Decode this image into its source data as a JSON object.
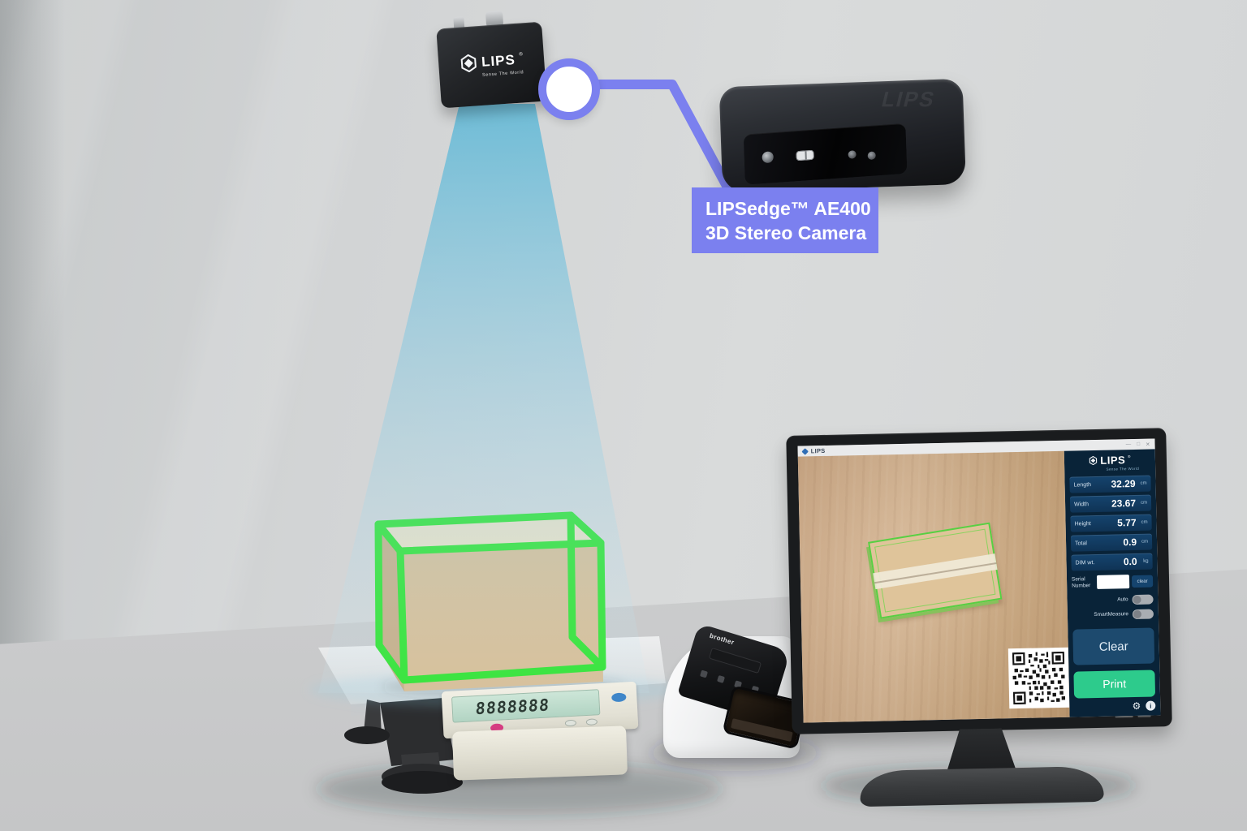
{
  "scene": {
    "ceiling_camera": {
      "brand": "LIPS",
      "brand_mark": "®",
      "tagline": "Sense The World"
    },
    "callout": {
      "line1": "LIPSedge™ AE400",
      "line2": "3D Stereo Camera"
    },
    "stereo_camera": {
      "embossed_brand": "LIPS"
    },
    "printer": {
      "brand": "brother"
    },
    "scale": {
      "display": "8888888"
    }
  },
  "monitor": {
    "titlebar": {
      "app_name": "LIPS",
      "minimize": "—",
      "maximize": "□",
      "close": "✕"
    },
    "sidebar": {
      "brand": "LIPS",
      "brand_mark": "®",
      "tagline": "Sense The World",
      "rows": [
        {
          "label": "Length",
          "value": "32.29",
          "unit": "cm"
        },
        {
          "label": "Width",
          "value": "23.67",
          "unit": "cm"
        },
        {
          "label": "Height",
          "value": "5.77",
          "unit": "cm"
        },
        {
          "label": "Total",
          "value": "0.9",
          "unit": "cm"
        },
        {
          "label": "DIM wt.",
          "value": "0.0",
          "unit": "kg"
        }
      ],
      "serial": {
        "label": "Serial Number",
        "value": "",
        "clear_label": "clear"
      },
      "toggles": [
        {
          "label": "Auto",
          "state": "off"
        },
        {
          "label": "SmartMeasure",
          "state": "off"
        }
      ],
      "clear_button": "Clear",
      "print_button": "Print",
      "icons": {
        "settings_glyph": "⚙",
        "info_glyph": "i"
      }
    }
  },
  "colors": {
    "accent_periwinkle": "#7b80ef",
    "wireframe_green": "#2ae32a",
    "print_green": "#2dcb8c",
    "sidebar_navy": "#092338",
    "row_navy": "#15446e",
    "beam_blue": "#6fc3dc"
  }
}
